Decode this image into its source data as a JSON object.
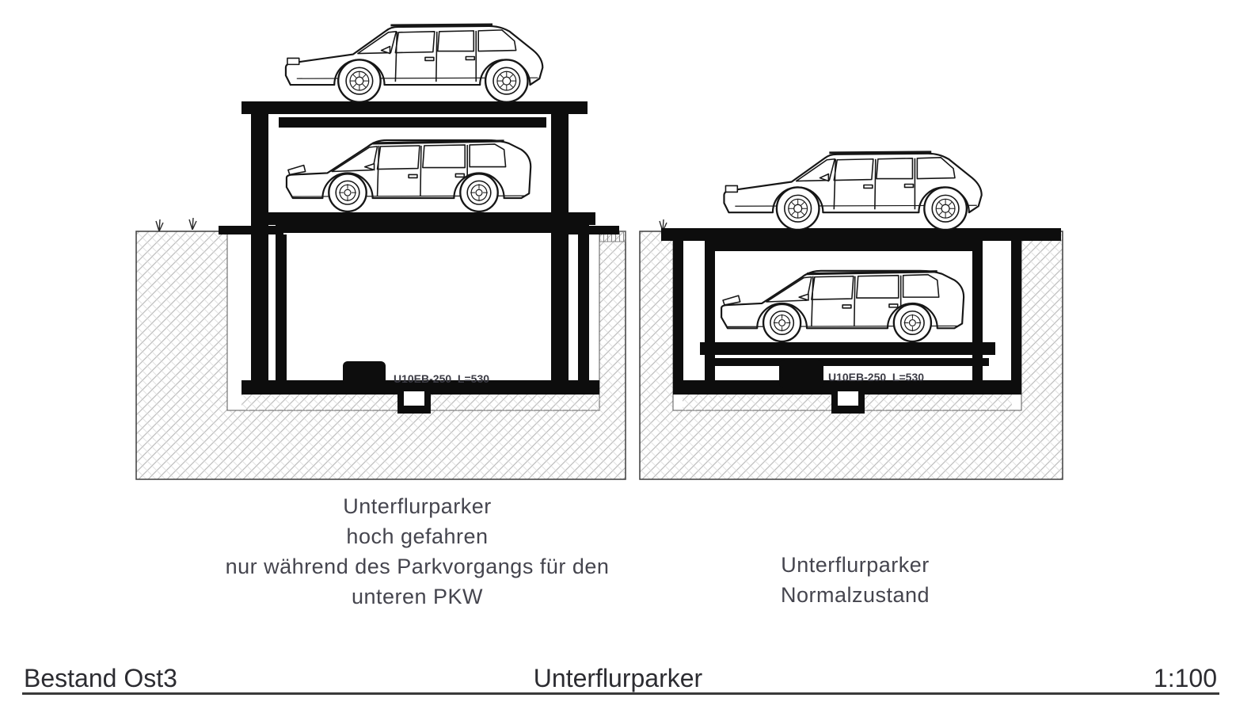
{
  "drawing": {
    "machine_label": "U10EB-250  L=530",
    "left_view": {
      "name": "Unterflurparker hoch gefahren",
      "caption": [
        "Unterflurparker",
        "hoch gefahren",
        "nur während des Parkvorgangs für den",
        "unteren PKW"
      ]
    },
    "right_view": {
      "name": "Unterflurparker Normalzustand",
      "caption": [
        "Unterflurparker",
        "Normalzustand"
      ]
    }
  },
  "title_block": {
    "project": "Bestand Ost3",
    "title": "Unterflurparker",
    "scale": "1:100"
  },
  "colors": {
    "line_black": "#0d0d0d",
    "hatch_gray": "#bdbdbd",
    "caption_text": "#45454e",
    "title_text": "#2c2c31",
    "label_text": "#3b3b44"
  }
}
